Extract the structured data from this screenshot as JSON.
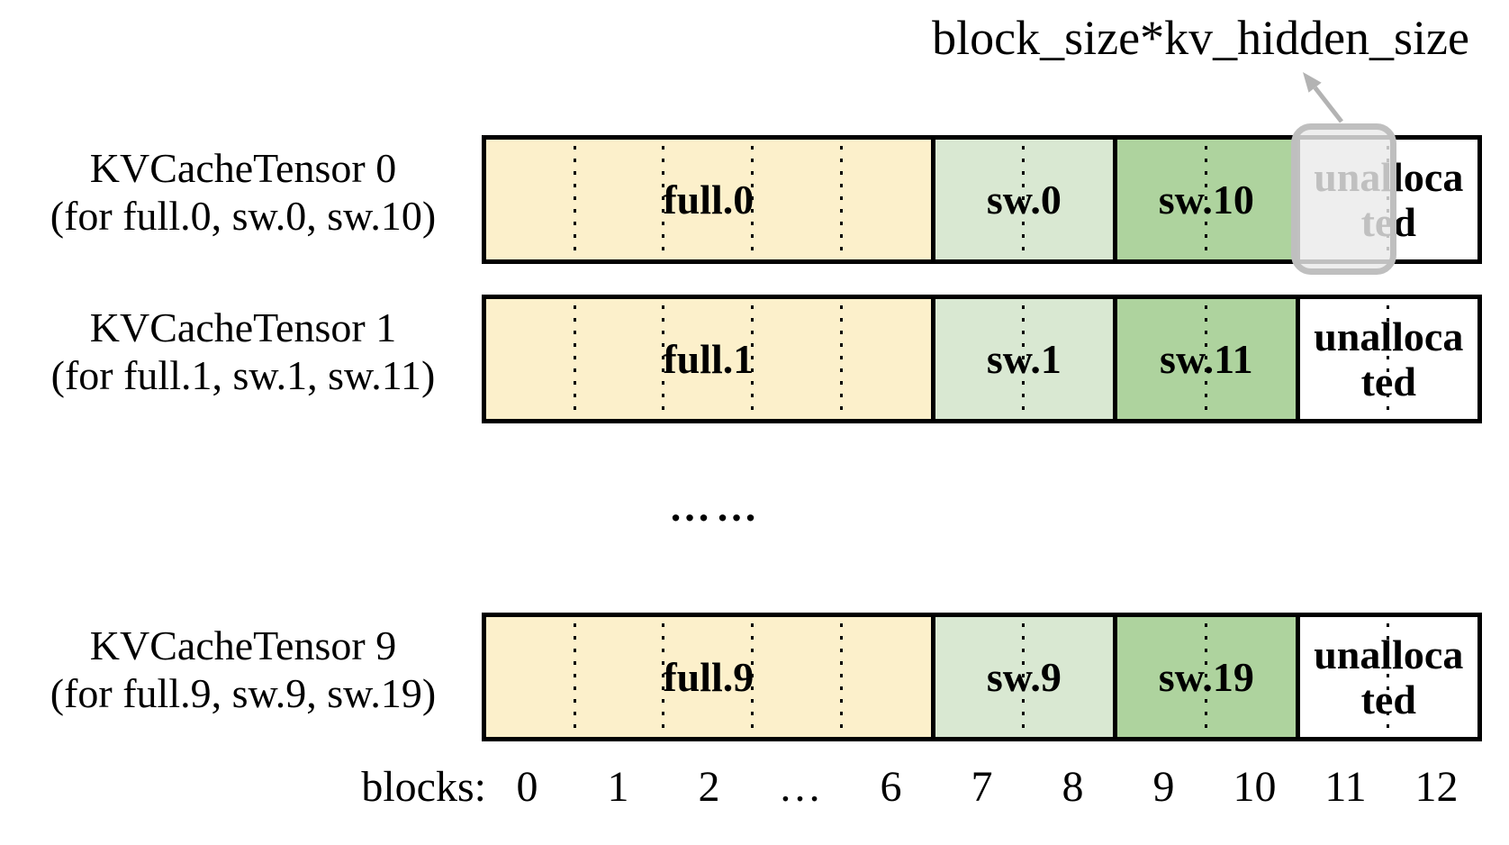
{
  "annotation": {
    "label": "block_size*kv_hidden_size"
  },
  "tensors": [
    {
      "title": "KVCacheTensor 0",
      "subtitle": "(for full.0, sw.0, sw.10)",
      "full": "full.0",
      "sw": "sw.0",
      "sw_hi": "sw.10",
      "unallocated": "unallocated",
      "unallocated_line1": "unalloca",
      "unallocated_line2": "ted"
    },
    {
      "title": "KVCacheTensor 1",
      "subtitle": "(for full.1, sw.1, sw.11)",
      "full": "full.1",
      "sw": "sw.1",
      "sw_hi": "sw.11",
      "unallocated": "unallocated",
      "unallocated_line1": "unalloca",
      "unallocated_line2": "ted"
    },
    {
      "title": "KVCacheTensor 9",
      "subtitle": "(for full.9, sw.9, sw.19)",
      "full": "full.9",
      "sw": "sw.9",
      "sw_hi": "sw.19",
      "unallocated": "unallocated",
      "unallocated_line1": "unalloca",
      "unallocated_line2": "ted"
    }
  ],
  "ellipsis": "……",
  "axis": {
    "label": "blocks:",
    "ticks": [
      "0",
      "1",
      "2",
      "…",
      "6",
      "7",
      "8",
      "9",
      "10",
      "11",
      "12"
    ]
  },
  "colors": {
    "full_fill": "#FCF0CB",
    "sw_fill": "#D9E8D2",
    "sw_hi_fill": "#AED39E",
    "unallocated_fill": "#FFFFFF",
    "outline": "#000000",
    "highlight_fill": "rgba(234,234,234,0.82)",
    "highlight_border": "#BFBFBF",
    "arrow": "#B3B3B3"
  }
}
